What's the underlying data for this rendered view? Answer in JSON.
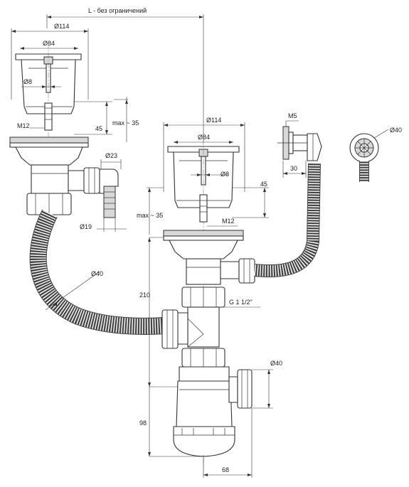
{
  "drawing": {
    "labels": {
      "length_L": "L - без ограничений",
      "left_diam_114": "Ø114",
      "left_diam_84": "Ø84",
      "left_diam_8": "Ø8",
      "left_m12": "M12",
      "left_45": "45",
      "left_max35": "max ~ 35",
      "diam_23": "Ø23",
      "diam_19": "Ø19",
      "left_hose_40": "Ø40",
      "right_diam_114": "Ø114",
      "right_diam_84": "Ø84",
      "right_diam_8": "Ø8",
      "right_45": "45",
      "right_m12": "M12",
      "right_max35": "max ~ 35",
      "m5": "M5",
      "dim_30": "30",
      "overflow_40": "Ø40",
      "dim_210": "210",
      "thread_g": "G 1 1/2\"",
      "outlet_40": "Ø40",
      "dim_98": "98",
      "dim_68": "68"
    },
    "colors": {
      "line": "#333333",
      "hose_fill": "#444444",
      "part_fill": "#ffffff",
      "light_fill": "#d8d8d8"
    }
  }
}
